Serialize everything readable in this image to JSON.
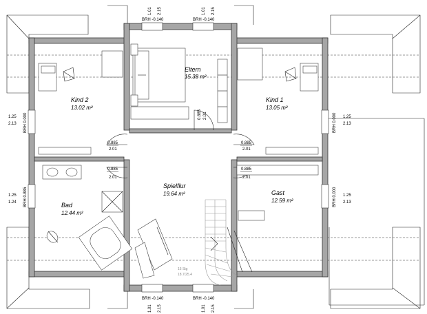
{
  "colors": {
    "wall": "#a6a6a6",
    "line": "#222222",
    "background": "#ffffff",
    "stair": "#9a9a9a"
  },
  "rooms": {
    "eltern": {
      "name": "Eltern",
      "area": "15.38 m²"
    },
    "kind2": {
      "name": "Kind 2",
      "area": "13.02 m²"
    },
    "kind1": {
      "name": "Kind 1",
      "area": "13.05 m²"
    },
    "spielflur": {
      "name": "Spielflur",
      "area": "19.64 m²"
    },
    "gast": {
      "name": "Gast",
      "area": "12.59 m²"
    },
    "bad": {
      "name": "Bad",
      "area": "12.44 m²"
    }
  },
  "window_labels": {
    "brh_0140": "BRH -0.140",
    "brh_0000": "BRH 0.000",
    "brh_0885": "BRH 0.885"
  },
  "dimensions": {
    "d_101": "1.01",
    "d_215": "2.15",
    "d_125": "1.25",
    "d_213": "2.13",
    "d_124": "1.24",
    "d_0885": "0.885",
    "d_201": "2.01"
  },
  "stair": {
    "steps": "15 Stg",
    "ratio": "18.7/25.4"
  }
}
